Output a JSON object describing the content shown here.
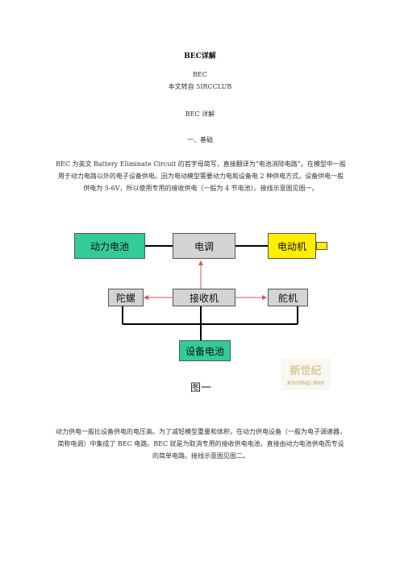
{
  "doc": {
    "title": "BEC详解",
    "line1": "BEC",
    "line2": "本文转自 5IRCCLUB",
    "line3": "BEC 详解",
    "section1": "一、基础",
    "para1": "BEC 为英文 Battery Eliminate Circuit 的首字母简写，直接翻译为“电池消除电路”。在模型中一般用于动力电路以外的电子设备供电。因为电动模型需要动力电和设备电 2 种供电方式，设备供电一般供电为 5-6V，所以使用专用的接收供电（一般为 4 节电池）。接线示意图见图一。",
    "para2": "动力供电一般比设备供电的电压高。为了减轻模型重量和体积，在动力供电设备（一般为电子调速器，简称电调）中集成了 BEC 电路。BEC 就是为取消专用的接收供电电池，直接由动力电池供电而专设的简单电路。接线示意图见图二。"
  },
  "figure": {
    "boxes": {
      "power_battery": "动力电池",
      "esc": "电调",
      "motor": "电动机",
      "gyro": "陀螺",
      "receiver": "接收机",
      "servo": "舵机",
      "device_battery": "设备电池"
    },
    "caption": "图一",
    "watermark": "XinShiJi.Net",
    "colors": {
      "green": "#33cc99",
      "gray": "#d4d4d4",
      "yellow": "#ffee00",
      "arrow": "#e05050"
    }
  }
}
